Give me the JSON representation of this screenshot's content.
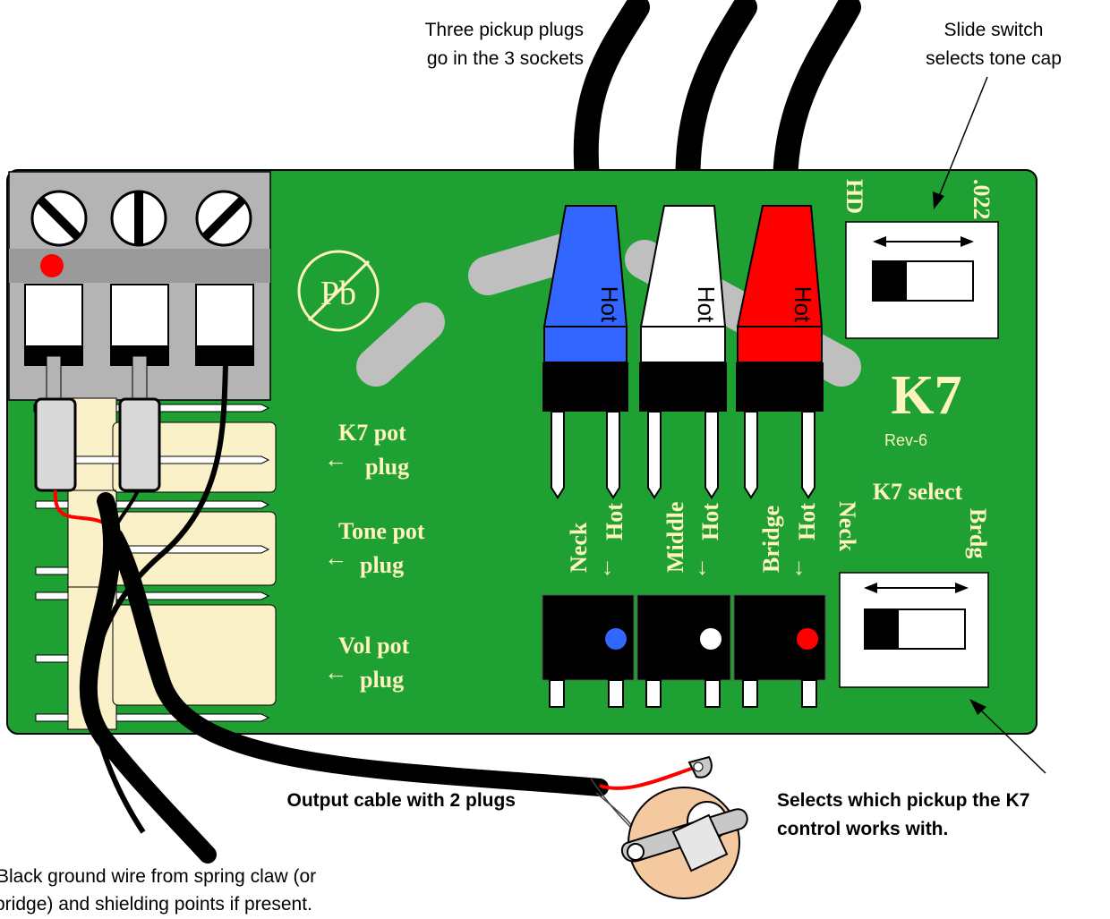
{
  "callouts": {
    "pickup_plugs_line1": "Three pickup plugs",
    "pickup_plugs_line2": "go in the 3 sockets",
    "slide_switch_line1": "Slide switch",
    "slide_switch_line2": "selects tone cap",
    "output_cable": "Output cable with 2 plugs",
    "k7_select_note_line1": "Selects which pickup the K7",
    "k7_select_note_line2": "control works with.",
    "ground_wire_line1": "Black ground wire from spring claw (or",
    "ground_wire_line2": "bridge) and shielding points if present."
  },
  "board": {
    "pb_logo": "Pb",
    "model": "K7",
    "revision": "Rev-6",
    "tone_switch_left": "HD",
    "tone_switch_right": ".022",
    "k7_select_title": "K7 select",
    "k7_select_left": "Neck",
    "k7_select_right": "Brdg"
  },
  "pot_plugs": [
    {
      "line1": "K7 pot",
      "line2": "plug"
    },
    {
      "line1": "Tone pot",
      "line2": "plug"
    },
    {
      "line1": "Vol pot",
      "line2": "plug"
    }
  ],
  "pickups": [
    {
      "name": "Neck",
      "hot": "Hot",
      "plug_label": "Hot",
      "color": "#3366ff"
    },
    {
      "name": "Middle",
      "hot": "Hot",
      "plug_label": "Hot",
      "color": "#ffffff"
    },
    {
      "name": "Bridge",
      "hot": "Hot",
      "plug_label": "Hot",
      "color": "#ff0000"
    }
  ],
  "colors": {
    "pcb": "#1fa033",
    "pcb_text": "#fff3c0",
    "terminal_block": "#b4b4b4",
    "connector": "#fbf1c8",
    "red_wire": "#ff0000"
  }
}
